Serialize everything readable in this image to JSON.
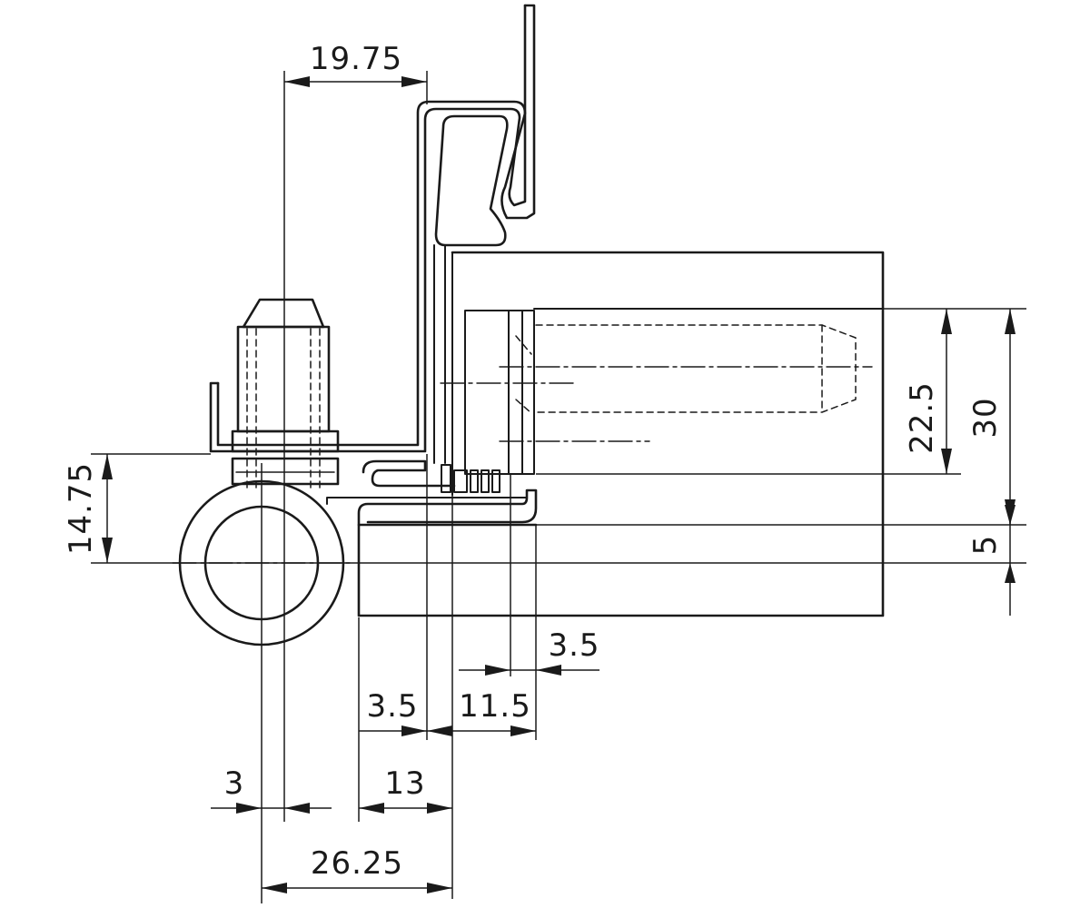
{
  "dimensions": {
    "top_width": "19.75",
    "height_left": "14.75",
    "height_inner": "22.5",
    "height_outer": "30",
    "offset_bottom": "5",
    "gap_right": "3.5",
    "gap_left": "3.5",
    "span_mid": "11.5",
    "pin_offset": "3",
    "span_13": "13",
    "overall_width": "26.25"
  }
}
